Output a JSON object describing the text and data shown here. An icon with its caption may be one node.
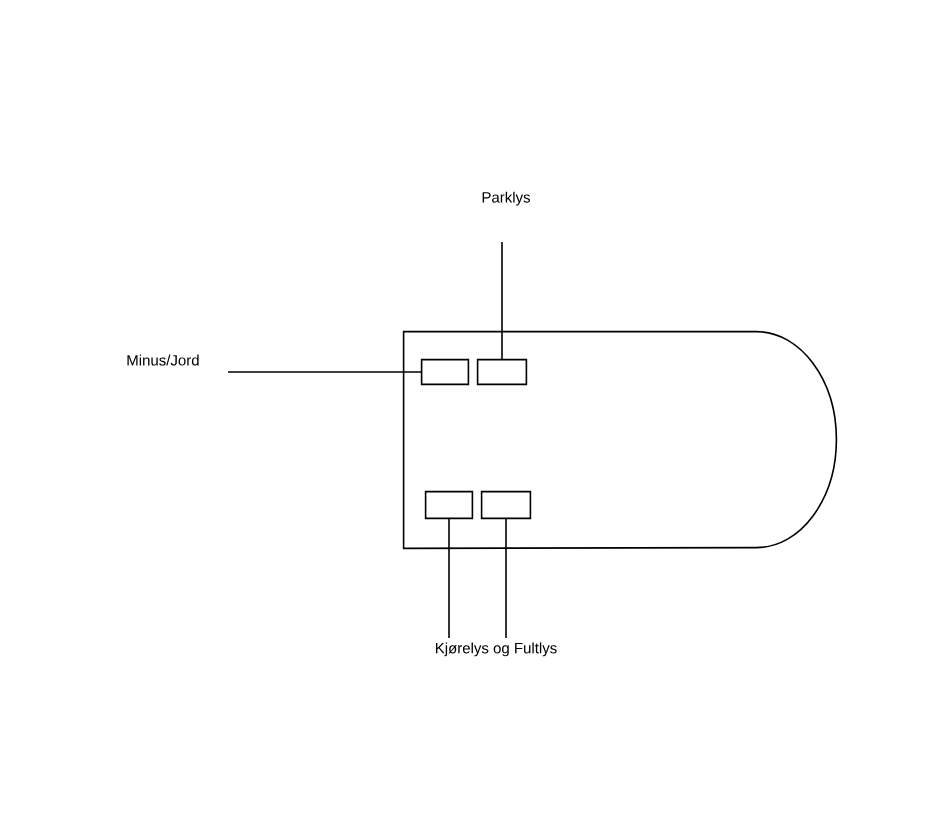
{
  "diagram": {
    "nodes": [
      {
        "text": [
          "Parklys"
        ]
      },
      {
        "text": [
          "Minus/Jord"
        ]
      },
      {
        "text": [],
        "shape": "box"
      },
      {
        "text": [],
        "shape": "box",
        "in": 2
      },
      {
        "text": [],
        "shape": "box",
        "in": 2
      },
      {
        "text": [],
        "shape": "box",
        "in": 2
      },
      {
        "text": [],
        "shape": "box",
        "in": 2
      },
      {
        "text": [
          "Kjørelys og Fultlys"
        ]
      }
    ],
    "edges": [
      {
        "from": 1,
        "to": 3,
        "arrow": "none"
      },
      {
        "from": 0,
        "to": 4,
        "arrow": "none"
      },
      {
        "from": 7,
        "to": 5,
        "arrow": "none"
      },
      {
        "from": 7,
        "to": 6,
        "arrow": "none"
      }
    ]
  }
}
